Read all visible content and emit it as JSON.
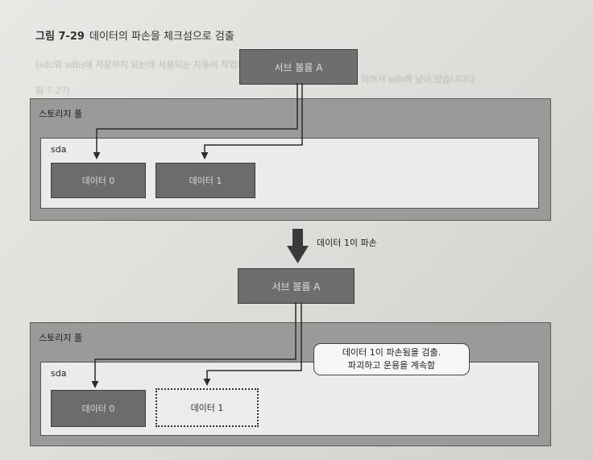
{
  "caption": {
    "number": "그림 7-29",
    "title": "데이터의 파손을 체크섬으로 검출"
  },
  "bleed_text": [
    "(sdc와 sdb)에 저장하지 되는데 사용되는 자동이 작업이다...",
    "이어서 sdb에 남아 있습니다다",
    "림 7-27)"
  ],
  "before": {
    "volume": "서브 볼륨 A",
    "pool": "스토리지 풀",
    "device": "sda",
    "blocks": [
      "데이터 0",
      "데이터 1"
    ]
  },
  "step": "데이터 1이 파손",
  "after": {
    "volume": "서브 볼륨 A",
    "pool": "스토리지 풀",
    "device": "sda",
    "blocks": [
      "데이터 0",
      "데이터 1"
    ],
    "note": [
      "데이터 1이 파손됨을 검출.",
      "파괴하고 운용을 계속함"
    ]
  }
}
